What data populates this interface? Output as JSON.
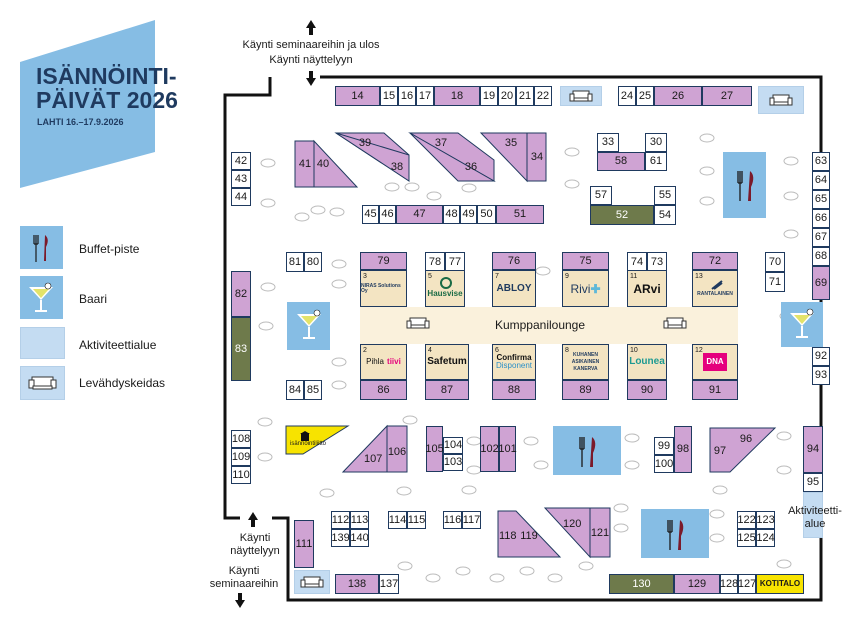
{
  "event": {
    "title_line1": "ISÄNNÖINTI-",
    "title_line2": "PÄIVÄT 2026",
    "dates": "LAHTI 16.–17.9.2026"
  },
  "legend": [
    {
      "icon": "buffet-icon",
      "label": "Buffet-piste"
    },
    {
      "icon": "bar-icon",
      "label": "Baari"
    },
    {
      "icon": "activity-area-icon",
      "label": "Aktiviteettialue"
    },
    {
      "icon": "sofa-icon",
      "label": "Levähdyskeidas"
    }
  ],
  "labels": {
    "top_exit_1": "Käynti seminaareihin ja ulos",
    "top_exit_2": "Käynti näyttelyyn",
    "bottom_entry_1": "Käynti",
    "bottom_entry_2": "näyttelyyn",
    "bottom_seminar_1": "Käynti",
    "bottom_seminar_2": "seminaareihin",
    "partner_lounge": "Kumppanilounge",
    "activity_1": "Aktiviteetti-",
    "activity_2": "alue"
  },
  "booths": {
    "b14": "14",
    "b15": "15",
    "b16": "16",
    "b17": "17",
    "b18": "18",
    "b19": "19",
    "b20": "20",
    "b21": "21",
    "b22": "22",
    "b24": "24",
    "b25": "25",
    "b26": "26",
    "b27": "27",
    "b30": "30",
    "b33": "33",
    "b34": "34",
    "b35": "35",
    "b36": "36",
    "b37": "37",
    "b38": "38",
    "b39": "39",
    "b40": "40",
    "b41": "41",
    "b42": "42",
    "b43": "43",
    "b44": "44",
    "b45": "45",
    "b46": "46",
    "b47": "47",
    "b48": "48",
    "b49": "49",
    "b50": "50",
    "b51": "51",
    "b52": "52",
    "b54": "54",
    "b55": "55",
    "b57": "57",
    "b58": "58",
    "b61": "61",
    "b63": "63",
    "b64": "64",
    "b65": "65",
    "b66": "66",
    "b67": "67",
    "b68": "68",
    "b69": "69",
    "b70": "70",
    "b71": "71",
    "b72": "72",
    "b73": "73",
    "b74": "74",
    "b75": "75",
    "b76": "76",
    "b77": "77",
    "b78": "78",
    "b79": "79",
    "b80": "80",
    "b81": "81",
    "b82": "82",
    "b83": "83",
    "b84": "84",
    "b85": "85",
    "b86": "86",
    "b87": "87",
    "b88": "88",
    "b89": "89",
    "b90": "90",
    "b91": "91",
    "b92": "92",
    "b93": "93",
    "b94": "94",
    "b95": "95",
    "b96": "96",
    "b97": "97",
    "b98": "98",
    "b99": "99",
    "b100": "100",
    "b101": "101",
    "b102": "102",
    "b103": "103",
    "b104": "104",
    "b105": "105",
    "b106": "106",
    "b107": "107",
    "b108": "108",
    "b109": "109",
    "b110": "110",
    "b111": "111",
    "b112": "112",
    "b113": "113",
    "b114": "114",
    "b115": "115",
    "b116": "116",
    "b117": "117",
    "b118": "118",
    "b119": "119",
    "b120": "120",
    "b121": "121",
    "b122": "122",
    "b123": "123",
    "b124": "124",
    "b125": "125",
    "b127": "127",
    "b128": "128",
    "b129": "129",
    "b130": "130",
    "b137": "137",
    "b138": "138",
    "b139": "139",
    "b140": "140"
  },
  "partners": {
    "p3": {
      "no": "3",
      "name": "NIRAS Solutions Oy"
    },
    "p5": {
      "no": "5",
      "name": "Hausvise"
    },
    "p7": {
      "no": "7",
      "name": "ABLOY"
    },
    "p9": {
      "no": "9",
      "name": "Rivi"
    },
    "p11": {
      "no": "11",
      "name": "ARvi"
    },
    "p13": {
      "no": "13",
      "name": "RANTALAINEN"
    },
    "p2": {
      "no": "2",
      "name": "Pihla",
      "name2": "tiivi"
    },
    "p4": {
      "no": "4",
      "name": "Safetum"
    },
    "p6": {
      "no": "6",
      "name": "Confirma",
      "name2": "Disponent"
    },
    "p8": {
      "no": "8",
      "name": "KUHANEN ASIKAINEN KANERVA"
    },
    "p10": {
      "no": "10",
      "name": "Lounea"
    },
    "p12": {
      "no": "12",
      "name": "DNA"
    },
    "isannointiliitto": "isännöintiliitto",
    "kotitalo": "KOTITALO"
  },
  "colors": {
    "title_bg": "#86bde4",
    "title_text": "#1f3a5f",
    "booth_purple": "#cfa3d3",
    "booth_green": "#6e7a4b",
    "booth_tan": "#f3e4c2",
    "activity_light": "#c4dcf2",
    "yellow": "#f7e300",
    "dna_pink": "#e5007d"
  }
}
